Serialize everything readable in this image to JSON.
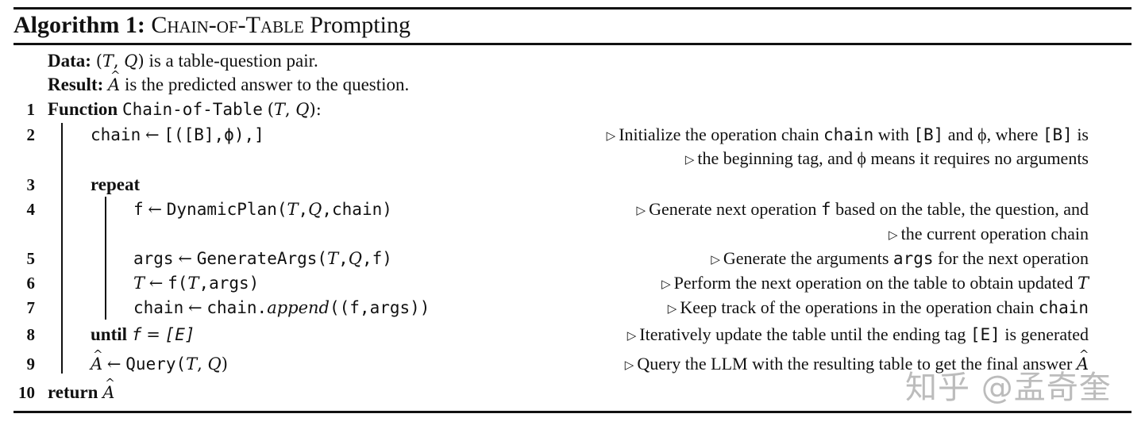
{
  "algorithm": {
    "label": "Algorithm 1:",
    "name": "Chain-of-Table",
    "name_suffix": "Prompting"
  },
  "data_line": {
    "label": "Data:",
    "math": "(T, Q)",
    "text": "is a table-question pair."
  },
  "result_line": {
    "label": "Result:",
    "math": "A",
    "text": "is the predicted answer to the question."
  },
  "lines": [
    {
      "num": "1",
      "keyword": "Function",
      "code": "Chain-of-Table",
      "args": "(T, Q):"
    },
    {
      "num": "2",
      "lhs": "chain",
      "arrow": "←",
      "rhs": "[([B],ϕ),]",
      "comment": [
        "Initialize the operation chain",
        "chain",
        "with",
        "[B]",
        "and ϕ, where",
        "[B]",
        "is"
      ],
      "comment2": "the beginning tag, and ϕ means it requires no arguments"
    },
    {
      "num": "3",
      "keyword": "repeat"
    },
    {
      "num": "4",
      "lhs": "f",
      "arrow": "←",
      "fn": "DynamicPlan(",
      "a1": "T",
      "sep1": ",",
      "a2": "Q",
      "rest": ",chain)",
      "comment": [
        "Generate next operation",
        "f",
        "based on the table, the question, and"
      ],
      "comment2": "the current operation chain"
    },
    {
      "num": "5",
      "lhs": "args",
      "arrow": "←",
      "fn": "GenerateArgs(",
      "a1": "T",
      "sep1": ",",
      "a2": "Q",
      "rest": ",f)",
      "comment": [
        "Generate the arguments",
        "args",
        "for the next operation"
      ]
    },
    {
      "num": "6",
      "lhs": "T",
      "arrow": "←",
      "fn": "f(",
      "a1": "T",
      "rest": ",args)",
      "comment": [
        "Perform the next operation on the table to obtain updated",
        "T"
      ]
    },
    {
      "num": "7",
      "lhs": "chain",
      "arrow": "←",
      "fn": "chain.",
      "method": "append",
      "rest": "((f,args))",
      "comment": [
        "Keep track of the operations in the operation chain",
        "chain"
      ]
    },
    {
      "num": "8",
      "keyword": "until",
      "cond_var": "f",
      "cond_eq": "=",
      "cond_val": "[E]",
      "comment": [
        "Iteratively update the table until the ending tag",
        "[E]",
        "is generated"
      ]
    },
    {
      "num": "9",
      "lhs": "A",
      "arrow": "←",
      "fn": "Query(",
      "args": "T, Q)",
      "comment": [
        "Query the LLM with the resulting table to get the final answer",
        "A"
      ]
    },
    {
      "num": "10",
      "keyword": "return",
      "value": "A"
    }
  ],
  "comment_marker": "▷",
  "watermark": "知乎 @孟奇奎"
}
